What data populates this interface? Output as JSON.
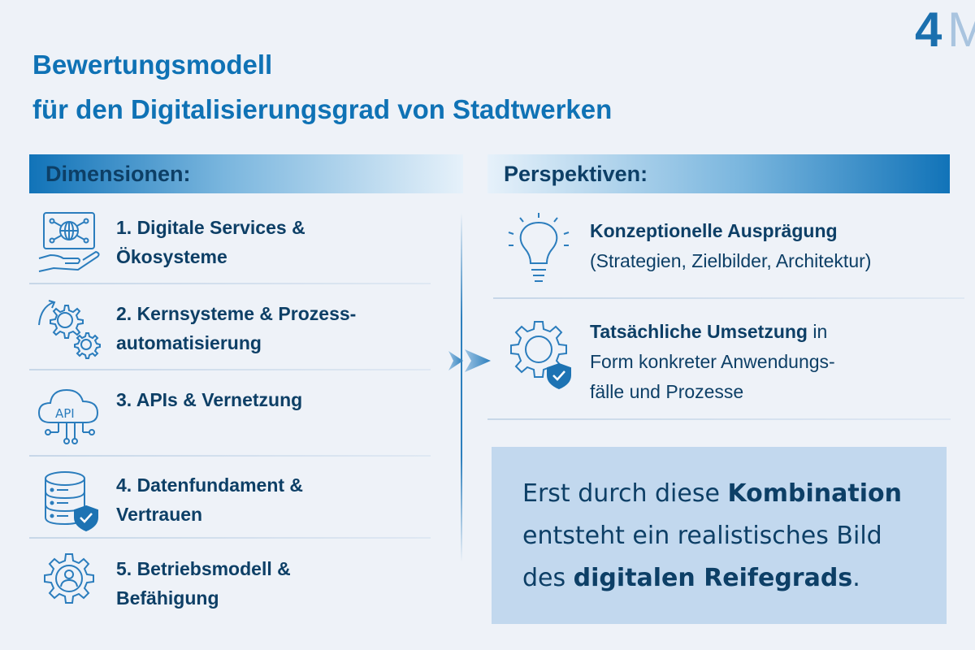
{
  "title": {
    "line1": "Bewertungsmodell",
    "line2": "für den Digitalisierungsgrad von Stadtwerken"
  },
  "logo": {
    "part1": "4",
    "part2": "M"
  },
  "dimensions": {
    "header": "Dimensionen:",
    "items": [
      {
        "line1": "1. Digitale Services &",
        "line2": "Ökosysteme",
        "icon": "digital-services-icon"
      },
      {
        "line1": "2. Kernsysteme & Prozess-",
        "line2": "automatisierung",
        "icon": "gears-icon"
      },
      {
        "line1": "3. APIs & Vernetzung",
        "line2": "",
        "icon": "api-cloud-icon"
      },
      {
        "line1": "4. Datenfundament &",
        "line2": "Vertrauen",
        "icon": "database-shield-icon"
      },
      {
        "line1": "5. Betriebsmodell &",
        "line2": "Befähigung",
        "icon": "gear-person-icon"
      }
    ]
  },
  "perspectives": {
    "header": "Perspektiven:",
    "items": [
      {
        "bold": "Konzeptionelle Ausprägung",
        "line2": "(Strategien, Zielbilder, Architektur)",
        "icon": "lightbulb-icon"
      },
      {
        "bold": "Tatsächliche Umsetzung",
        "rest1": " in",
        "line2": "Form konkreter Anwendungs-",
        "line3": "fälle und Prozesse",
        "icon": "gear-shield-icon"
      }
    ]
  },
  "callout": {
    "part1": "Erst durch diese ",
    "bold1": "Kombination",
    "line2": "entsteht ein realistisches Bild",
    "part3": "des ",
    "bold2": "digitalen Reifegrads",
    "end": "."
  },
  "colors": {
    "accent": "#0f72b5",
    "dark": "#0d3f66",
    "callout_bg": "#c2d8ee"
  }
}
